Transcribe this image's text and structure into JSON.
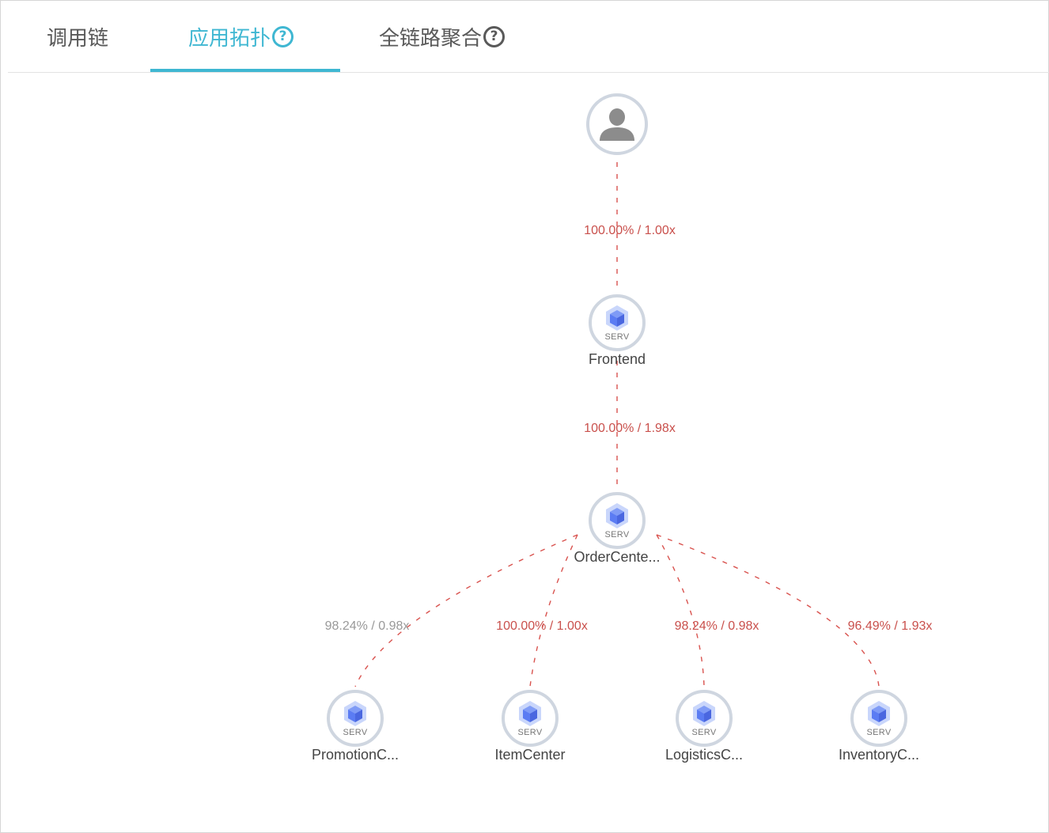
{
  "tabs": [
    {
      "label": "调用链",
      "active": false,
      "help": false
    },
    {
      "label": "应用拓扑",
      "active": true,
      "help": true
    },
    {
      "label": "全链路聚合",
      "active": false,
      "help": true
    }
  ],
  "help_glyph": "?",
  "colors": {
    "accent": "#3fb7d2",
    "edge": "#d9534f",
    "edge_label": "#c9504c",
    "edge_label_muted": "#999999",
    "service_icon": "#5b7cf3"
  },
  "nodes": {
    "user": {
      "kind": "user",
      "icon": "user-silhouette-icon"
    },
    "frontend": {
      "kind": "service",
      "badge": "SERV",
      "label": "Frontend",
      "icon": "cube-icon"
    },
    "order": {
      "kind": "service",
      "badge": "SERV",
      "label": "OrderCente...",
      "icon": "cube-icon"
    },
    "promotion": {
      "kind": "service",
      "badge": "SERV",
      "label": "PromotionC...",
      "icon": "cube-icon"
    },
    "item": {
      "kind": "service",
      "badge": "SERV",
      "label": "ItemCenter",
      "icon": "cube-icon"
    },
    "logistics": {
      "kind": "service",
      "badge": "SERV",
      "label": "LogisticsC...",
      "icon": "cube-icon"
    },
    "inventory": {
      "kind": "service",
      "badge": "SERV",
      "label": "InventoryC...",
      "icon": "cube-icon"
    }
  },
  "edges": [
    {
      "from": "user",
      "to": "frontend",
      "label": "100.00% / 1.00x",
      "muted": false
    },
    {
      "from": "frontend",
      "to": "order",
      "label": "100.00% / 1.98x",
      "muted": false
    },
    {
      "from": "order",
      "to": "promotion",
      "label": "98.24% / 0.98x",
      "muted": true
    },
    {
      "from": "order",
      "to": "item",
      "label": "100.00% / 1.00x",
      "muted": false
    },
    {
      "from": "order",
      "to": "logistics",
      "label": "98.24% / 0.98x",
      "muted": false
    },
    {
      "from": "order",
      "to": "inventory",
      "label": "96.49% / 1.93x",
      "muted": false
    }
  ]
}
